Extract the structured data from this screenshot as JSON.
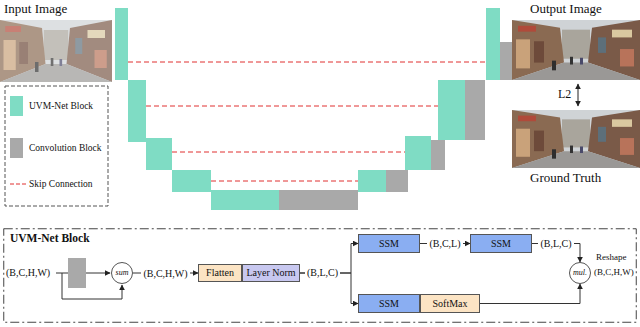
{
  "diagram": {
    "nodes": [
      {
        "text": [
          "UVM-Net Block"
        ]
      },
      {
        "text": [
          "sum"
        ],
        "in": 0
      },
      {
        "text": [
          "Flatten"
        ],
        "in": 0
      },
      {
        "text": [
          "Layer Norm"
        ],
        "in": 0
      },
      {
        "text": [
          "SSM"
        ],
        "in": 0
      },
      {
        "text": [
          "SSM"
        ],
        "in": 0
      },
      {
        "text": [
          "SSM"
        ],
        "in": 0
      },
      {
        "text": [
          "SoftMax"
        ],
        "in": 0
      },
      {
        "text": [
          "mul."
        ],
        "in": 0
      }
    ],
    "edges": [
      {
        "from": 1,
        "to": 2,
        "arrow": "to",
        "label": "(B,C,H,W)"
      },
      {
        "from": 2,
        "to": 3,
        "arrow": "none"
      },
      {
        "from": 3,
        "to": 4,
        "arrow": "to"
      },
      {
        "from": 3,
        "to": 6,
        "arrow": "to"
      },
      {
        "from": 4,
        "to": 5,
        "arrow": "to",
        "label": "(B,C,L)"
      },
      {
        "from": 5,
        "to": 8,
        "arrow": "to",
        "label": "(B,L,C)"
      },
      {
        "from": 6,
        "to": 7,
        "arrow": "none"
      },
      {
        "from": 7,
        "to": 8,
        "arrow": "to"
      }
    ],
    "labels": [
      "Input Image",
      "Output Image",
      "Ground Truth",
      "L2",
      "(B,C,H,W)",
      "(B,L,C)",
      "Reshape",
      "(B,C,H,W)"
    ],
    "legend": [
      {
        "text": "UVM-Net Block",
        "color": "#7fdcc4"
      },
      {
        "text": "Convolution Block",
        "color": "#a9a9a9"
      },
      {
        "text": "Skip Connection"
      }
    ]
  }
}
